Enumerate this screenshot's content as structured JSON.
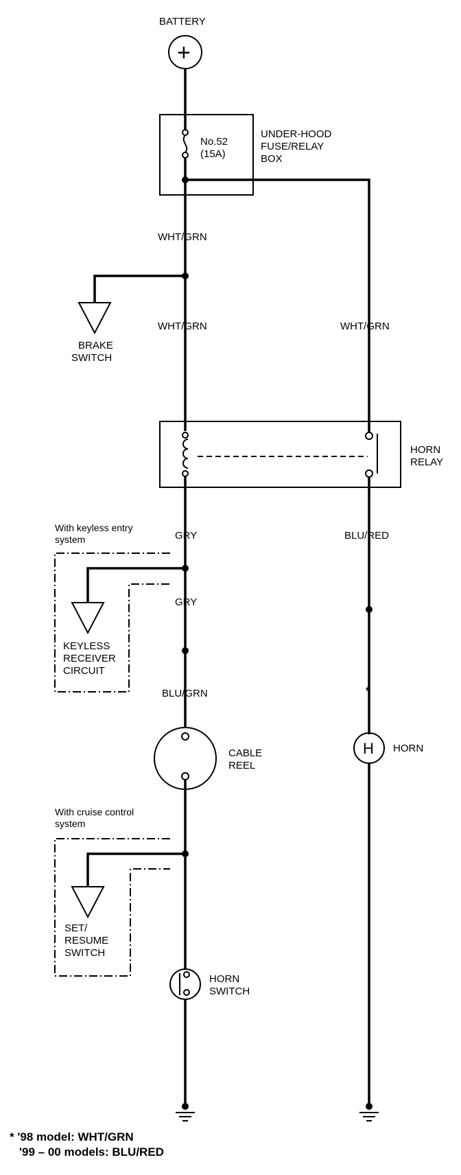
{
  "labels": {
    "battery": "BATTERY",
    "battery_symbol": "+",
    "fuse_no": "No.52",
    "fuse_rating": "(15A)",
    "fuse_box_line1": "UNDER-HOOD",
    "fuse_box_line2": "FUSE/RELAY",
    "fuse_box_line3": "BOX",
    "wire_wht_grn_1": "WHT/GRN",
    "wire_wht_grn_2": "WHT/GRN",
    "wire_wht_grn_3": "WHT/GRN",
    "brake_switch_line1": "BRAKE",
    "brake_switch_line2": "SWITCH",
    "horn_relay_line1": "HORN",
    "horn_relay_line2": "RELAY",
    "keyless_option_line1": "With keyless entry",
    "keyless_option_line2": "system",
    "wire_gry_1": "GRY",
    "wire_gry_2": "GRY",
    "wire_blu_red": "BLU/RED",
    "keyless_line1": "KEYLESS",
    "keyless_line2": "RECEIVER",
    "keyless_line3": "CIRCUIT",
    "wire_blu_grn": "BLU/GRN",
    "asterisk": "*",
    "cable_reel_line1": "CABLE",
    "cable_reel_line2": "REEL",
    "horn_symbol": "H",
    "horn": "HORN",
    "cruise_option_line1": "With cruise control",
    "cruise_option_line2": "system",
    "set_resume_line1": "SET/",
    "set_resume_line2": "RESUME",
    "set_resume_line3": "SWITCH",
    "horn_switch_line1": "HORN",
    "horn_switch_line2": "SWITCH"
  },
  "footnote": {
    "line1": "* '98 model: WHT/GRN",
    "line2": "'99 – 00 models: BLU/RED"
  }
}
